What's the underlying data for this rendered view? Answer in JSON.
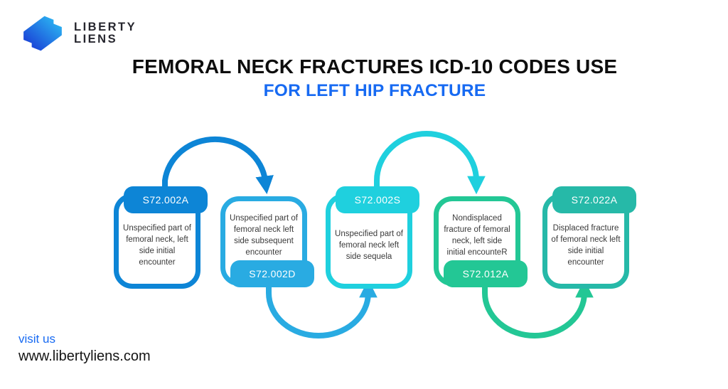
{
  "logo": {
    "line1": "LIBERTY",
    "line2": "LIENS",
    "icon": "liberty-liens-logo-icon",
    "icon_gradient_start": "#1a3ed6",
    "icon_gradient_end": "#2bb5f2"
  },
  "title": {
    "line1": "FEMORAL NECK FRACTURES ICD-10 CODES USE",
    "line2": "FOR LEFT HIP FRACTURE",
    "line1_color": "#0d0d0d",
    "line2_color": "#176af2"
  },
  "flow": {
    "cards": [
      {
        "code": "S72.002A",
        "description": "Unspecified part of femoral neck, left side initial encounter",
        "color": "#0d85d6",
        "badge_position": "top"
      },
      {
        "code": "S72.002D",
        "description": "Unspecified part of femoral neck left side subsequent encounter",
        "color": "#29abe2",
        "badge_position": "bottom"
      },
      {
        "code": "S72.002S",
        "description": "Unspecified part of femoral neck left side sequela",
        "color": "#1fd0de",
        "badge_position": "top"
      },
      {
        "code": "S72.012A",
        "description": "Nondisplaced fracture of femoral neck, left side initial encounteR",
        "color": "#23c795",
        "badge_position": "bottom"
      },
      {
        "code": "S72.022A",
        "description": "Displaced fracture of femoral neck left side initial encounter",
        "color": "#26b9a8",
        "badge_position": "top"
      }
    ],
    "connectors": [
      {
        "from": "S72.002A",
        "to": "S72.002D",
        "shape": "arc-over-top",
        "color": "#0d85d6"
      },
      {
        "from": "S72.002D",
        "to": "S72.002S",
        "shape": "arc-under-bottom",
        "color": "#29abe2"
      },
      {
        "from": "S72.002S",
        "to": "S72.012A",
        "shape": "arc-over-top",
        "color": "#1fd0de"
      },
      {
        "from": "S72.012A",
        "to": "S72.022A",
        "shape": "arc-under-bottom",
        "color": "#23c795"
      }
    ]
  },
  "footer": {
    "visit_label": "visit us",
    "website": "www.libertyliens.com"
  }
}
